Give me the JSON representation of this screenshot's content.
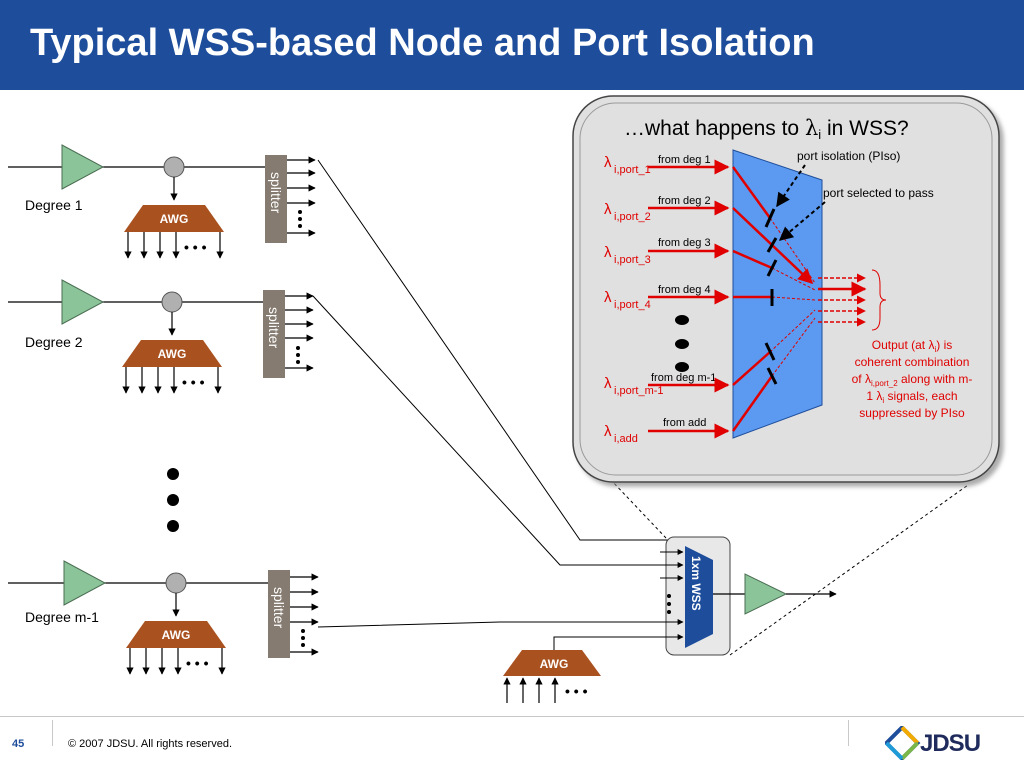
{
  "slide": {
    "title": "Typical WSS-based Node and Port Isolation",
    "page_number": "45",
    "copyright": "© 2007 JDSU. All rights reserved.",
    "logo_text": "JDSU",
    "logo_icon": "jdsu-diamond-logo"
  },
  "degrees": [
    {
      "label": "Degree 1",
      "splitter_label": "splitter",
      "awg_label": "AWG"
    },
    {
      "label": "Degree 2",
      "splitter_label": "splitter",
      "awg_label": "AWG"
    },
    {
      "label": "Degree m-1",
      "splitter_label": "splitter",
      "awg_label": "AWG"
    }
  ],
  "add_awg_label": "AWG",
  "wss_label": "1xm WSS",
  "zoom": {
    "heading_prefix": "…what happens to ",
    "heading_lambda": "λ",
    "heading_sub": "i",
    "heading_suffix": " in WSS?",
    "inputs": [
      {
        "symbol": "λ",
        "sub": "i,port_1",
        "from": "from deg 1"
      },
      {
        "symbol": "λ",
        "sub": "i,port_2",
        "from": "from deg 2"
      },
      {
        "symbol": "λ",
        "sub": "i,port_3",
        "from": "from deg 3"
      },
      {
        "symbol": "λ",
        "sub": "i,port_4",
        "from": "from deg 4"
      },
      {
        "symbol": "λ",
        "sub": "i,port_m-1",
        "from": "from deg m-1"
      },
      {
        "symbol": "λ",
        "sub": "i,add",
        "from": "from add"
      }
    ],
    "annotation_isolation": "port isolation (PIso)",
    "annotation_selected": "port selected to pass",
    "output_note": {
      "l1": "Output (at λ",
      "l1_sub": "i",
      "l1_end": ") is",
      "l2": "coherent combination",
      "l3": "of λ",
      "l3_sub": "i,port_2",
      "l3_end": " along with m-",
      "l4": "1 λ",
      "l4_sub": "i",
      "l4_end": " signals, each",
      "l5": "suppressed by PIso"
    }
  },
  "colors": {
    "header": "#1e4d9b",
    "amplifier": "#8cc49a",
    "awg": "#a9511f",
    "splitter": "#857b70",
    "wss": "#1e4d9b",
    "mirror_panel": "#5b9af0",
    "signal": "#e00000"
  }
}
